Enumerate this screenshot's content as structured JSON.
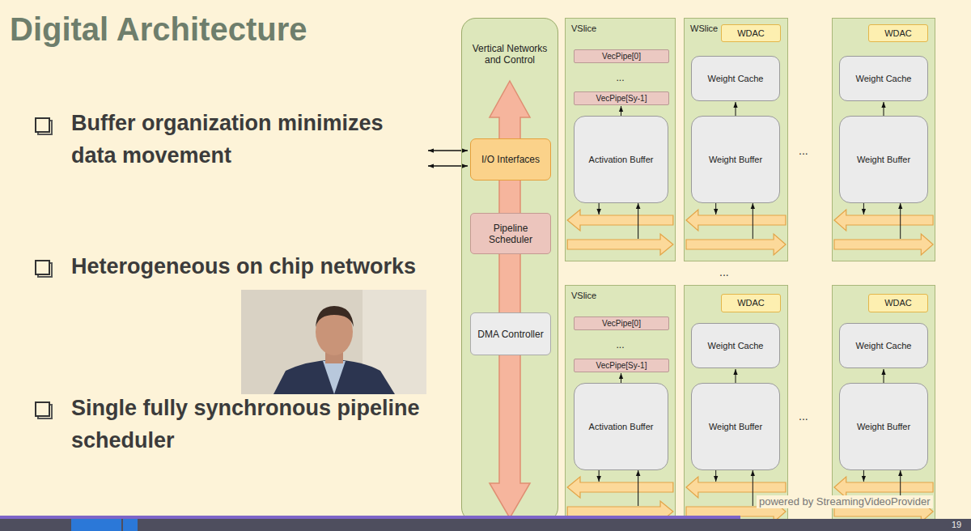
{
  "diagram": {
    "title": "Digital Architecture",
    "nodes": [
      {
        "text": [
          "Vertical Networks and Control"
        ]
      },
      {
        "text": [
          "I/O Interfaces"
        ],
        "in": 0
      },
      {
        "text": [
          "Pipeline Scheduler"
        ],
        "in": 0
      },
      {
        "text": [
          "DMA Controller"
        ],
        "in": 0
      },
      {
        "text": [
          "VSlice",
          "..."
        ]
      },
      {
        "text": [
          "VecPipe[0]"
        ],
        "in": 4
      },
      {
        "text": [
          "VecPipe[Sy-1]"
        ],
        "in": 4
      },
      {
        "text": [
          "Activation Buffer"
        ],
        "in": 4
      },
      {
        "text": [
          "WSlice"
        ]
      },
      {
        "text": [
          "WDAC"
        ],
        "in": 8
      },
      {
        "text": [
          "Weight Cache"
        ],
        "in": 8
      },
      {
        "text": [
          "Weight Buffer"
        ],
        "in": 8
      },
      {
        "text": []
      },
      {
        "text": [
          "WDAC"
        ],
        "in": 12
      },
      {
        "text": [
          "Weight Cache"
        ],
        "in": 12
      },
      {
        "text": [
          "Weight Buffer"
        ],
        "in": 12
      },
      {
        "text": [
          "VSlice",
          "..."
        ]
      },
      {
        "text": [
          "VecPipe[0]"
        ],
        "in": 16
      },
      {
        "text": [
          "VecPipe[Sy-1]"
        ],
        "in": 16
      },
      {
        "text": [
          "Activation Buffer"
        ],
        "in": 16
      },
      {
        "text": []
      },
      {
        "text": [
          "WDAC"
        ],
        "in": 20
      },
      {
        "text": [
          "Weight Cache"
        ],
        "in": 20
      },
      {
        "text": [
          "Weight Buffer"
        ],
        "in": 20
      },
      {
        "text": []
      },
      {
        "text": [
          "WDAC"
        ],
        "in": 24
      },
      {
        "text": [
          "Weight Cache"
        ],
        "in": 24
      },
      {
        "text": [
          "Weight Buffer"
        ],
        "in": 24
      }
    ],
    "edges": [
      {
        "from": 7,
        "to": 6,
        "arrow": "to"
      },
      {
        "from": 11,
        "to": 10,
        "arrow": "to"
      },
      {
        "from": 15,
        "to": 14,
        "arrow": "to"
      },
      {
        "from": 19,
        "to": 18,
        "arrow": "to"
      },
      {
        "from": 23,
        "to": 22,
        "arrow": "to"
      },
      {
        "from": 27,
        "to": 26,
        "arrow": "to"
      }
    ],
    "labels": [
      "Buffer organization minimizes data movement",
      "Heterogeneous on chip networks",
      "Single fully synchronous pipeline scheduler",
      "...",
      "...",
      "...",
      "powered by StreamingVideoProvider",
      "19"
    ]
  }
}
